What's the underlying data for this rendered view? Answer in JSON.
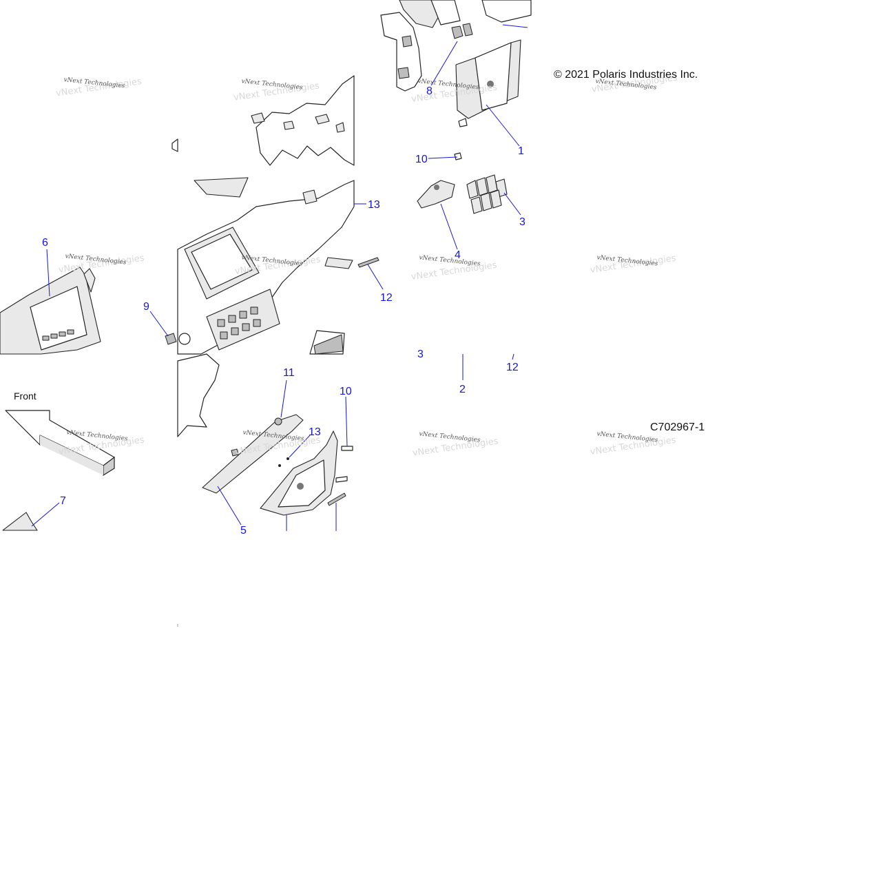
{
  "copyright": "© 2021 Polaris Industries Inc.",
  "figure_id": "C702967-1",
  "front_label": "Front",
  "watermark_text": "vNext Technologies",
  "callouts": {
    "c1": "1",
    "c2": "2",
    "c3": "3",
    "c4": "4",
    "c5": "5",
    "c6": "6",
    "c7": "7",
    "c8": "8",
    "c9": "9",
    "c10a": "10",
    "c10b": "10",
    "c11": "11",
    "c12a": "12",
    "c12b": "12",
    "c13a": "13",
    "c13b": "13",
    "frag": "3"
  },
  "colors": {
    "callout": "#1515d6",
    "line": "#222222",
    "part_fill": "#e9e9e9"
  }
}
